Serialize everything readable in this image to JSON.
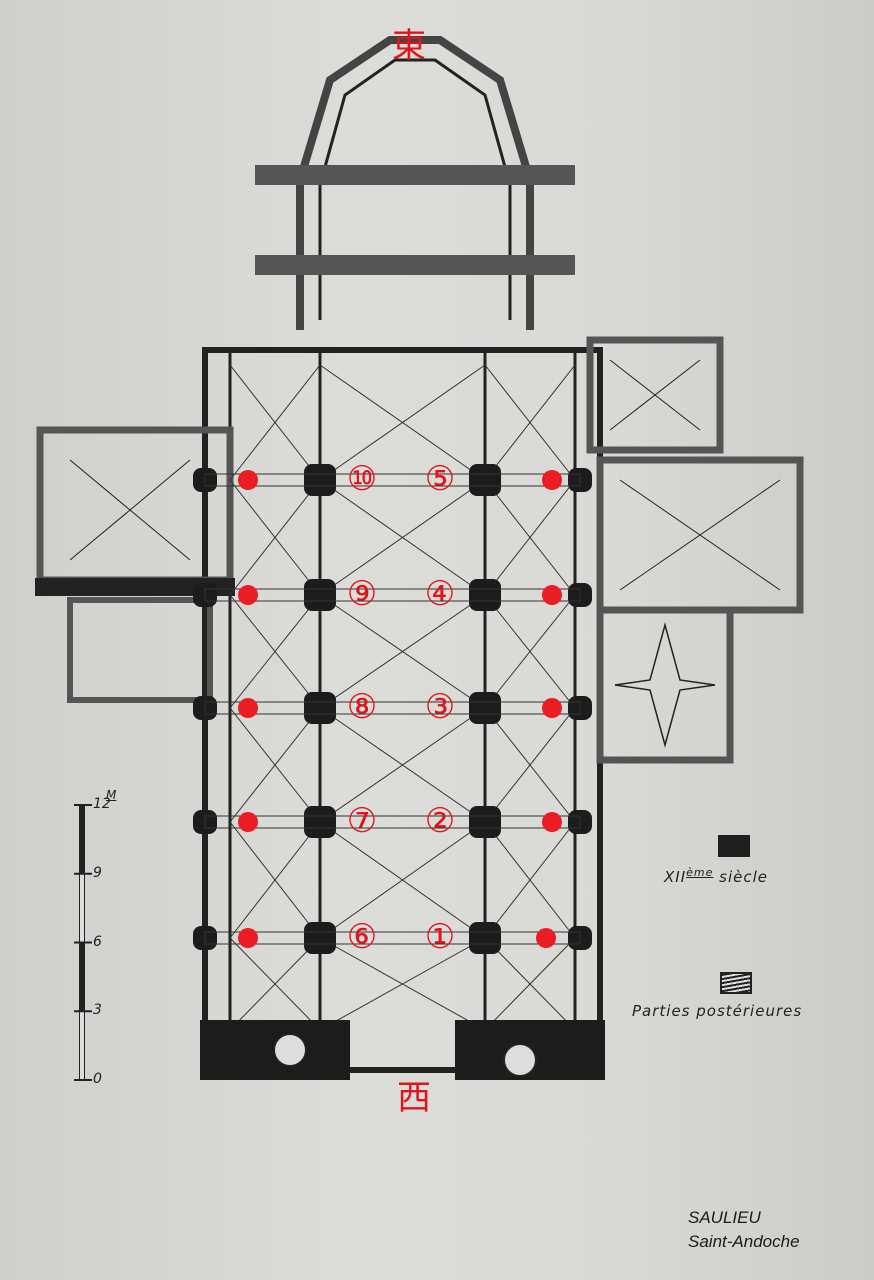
{
  "directions": {
    "east": "東",
    "west": "西"
  },
  "markers": [
    {
      "label": "⑩",
      "bay": 0,
      "side": "left"
    },
    {
      "label": "⑤",
      "bay": 0,
      "side": "right"
    },
    {
      "label": "⑨",
      "bay": 1,
      "side": "left"
    },
    {
      "label": "④",
      "bay": 1,
      "side": "right"
    },
    {
      "label": "⑧",
      "bay": 2,
      "side": "left"
    },
    {
      "label": "③",
      "bay": 2,
      "side": "right"
    },
    {
      "label": "⑦",
      "bay": 3,
      "side": "left"
    },
    {
      "label": "②",
      "bay": 3,
      "side": "right"
    },
    {
      "label": "⑥",
      "bay": 4,
      "side": "left"
    },
    {
      "label": "①",
      "bay": 4,
      "side": "right"
    }
  ],
  "legend": {
    "twelfth_century": {
      "roman": "XII",
      "sup": "ème",
      "word": "siècle"
    },
    "later_parts": "Parties postérieures"
  },
  "scale": {
    "unit": "M",
    "ticks": [
      "0",
      "3",
      "6",
      "9",
      "12"
    ]
  },
  "caption": {
    "place": "SAULIEU",
    "church": "Saint-Andoche"
  },
  "colors": {
    "annotation": "#e0141b",
    "ink": "#222222",
    "paper": "#d6d6d3"
  }
}
